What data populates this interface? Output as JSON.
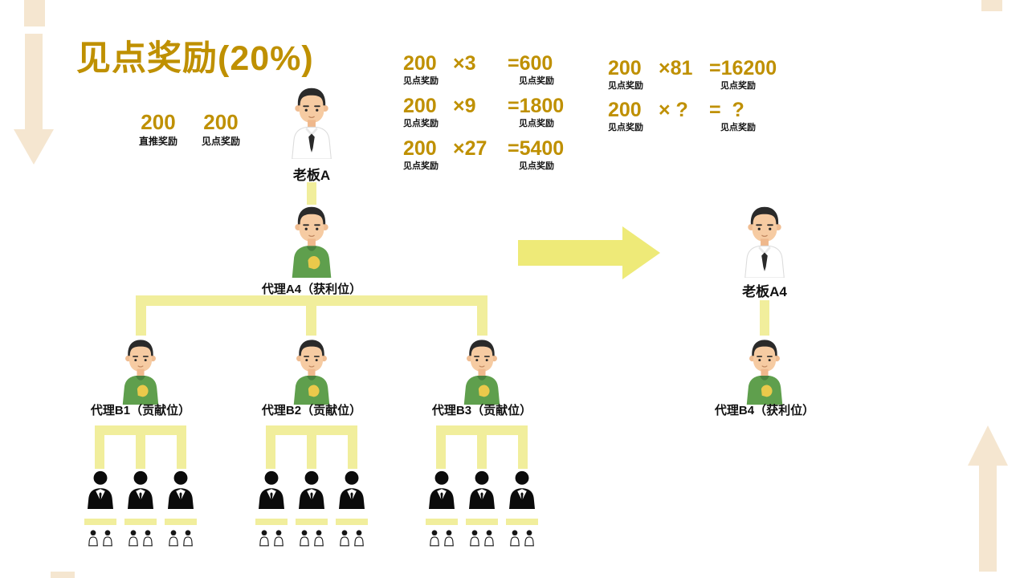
{
  "title": "见点奖励(20%)",
  "boss_rewards": [
    {
      "amount": "200",
      "label": "直推奖励"
    },
    {
      "amount": "200",
      "label": "见点奖励"
    }
  ],
  "calcs_mid": [
    {
      "base": "200",
      "mult": "×3",
      "result": "=600",
      "base_label": "见点奖励",
      "result_label": "见点奖励"
    },
    {
      "base": "200",
      "mult": "×9",
      "result": "=1800",
      "base_label": "见点奖励",
      "result_label": "见点奖励"
    },
    {
      "base": "200",
      "mult": "×27",
      "result": "=5400",
      "base_label": "见点奖励",
      "result_label": "见点奖励"
    }
  ],
  "calcs_right": [
    {
      "base": "200",
      "mult": "×81",
      "result": "=16200",
      "base_label": "见点奖励",
      "result_label": "见点奖励"
    },
    {
      "base": "200",
      "mult": "× ?",
      "result": "=  ?",
      "base_label": "见点奖励",
      "result_label": "见点奖励"
    }
  ],
  "nodes": {
    "boss_a": "老板A",
    "agent_a4": "代理A4（获利位）",
    "agent_b1": "代理B1（贡献位）",
    "agent_b2": "代理B2（贡献位）",
    "agent_b3": "代理B3（贡献位）",
    "boss_a4": "老板A4",
    "agent_b4": "代理B4（获利位）"
  },
  "colors": {
    "gold": "#BF9000",
    "connector_yellow": "#F1EE9C",
    "arrow_yellow": "#EEEA78",
    "beige": "#F5E6D0"
  }
}
